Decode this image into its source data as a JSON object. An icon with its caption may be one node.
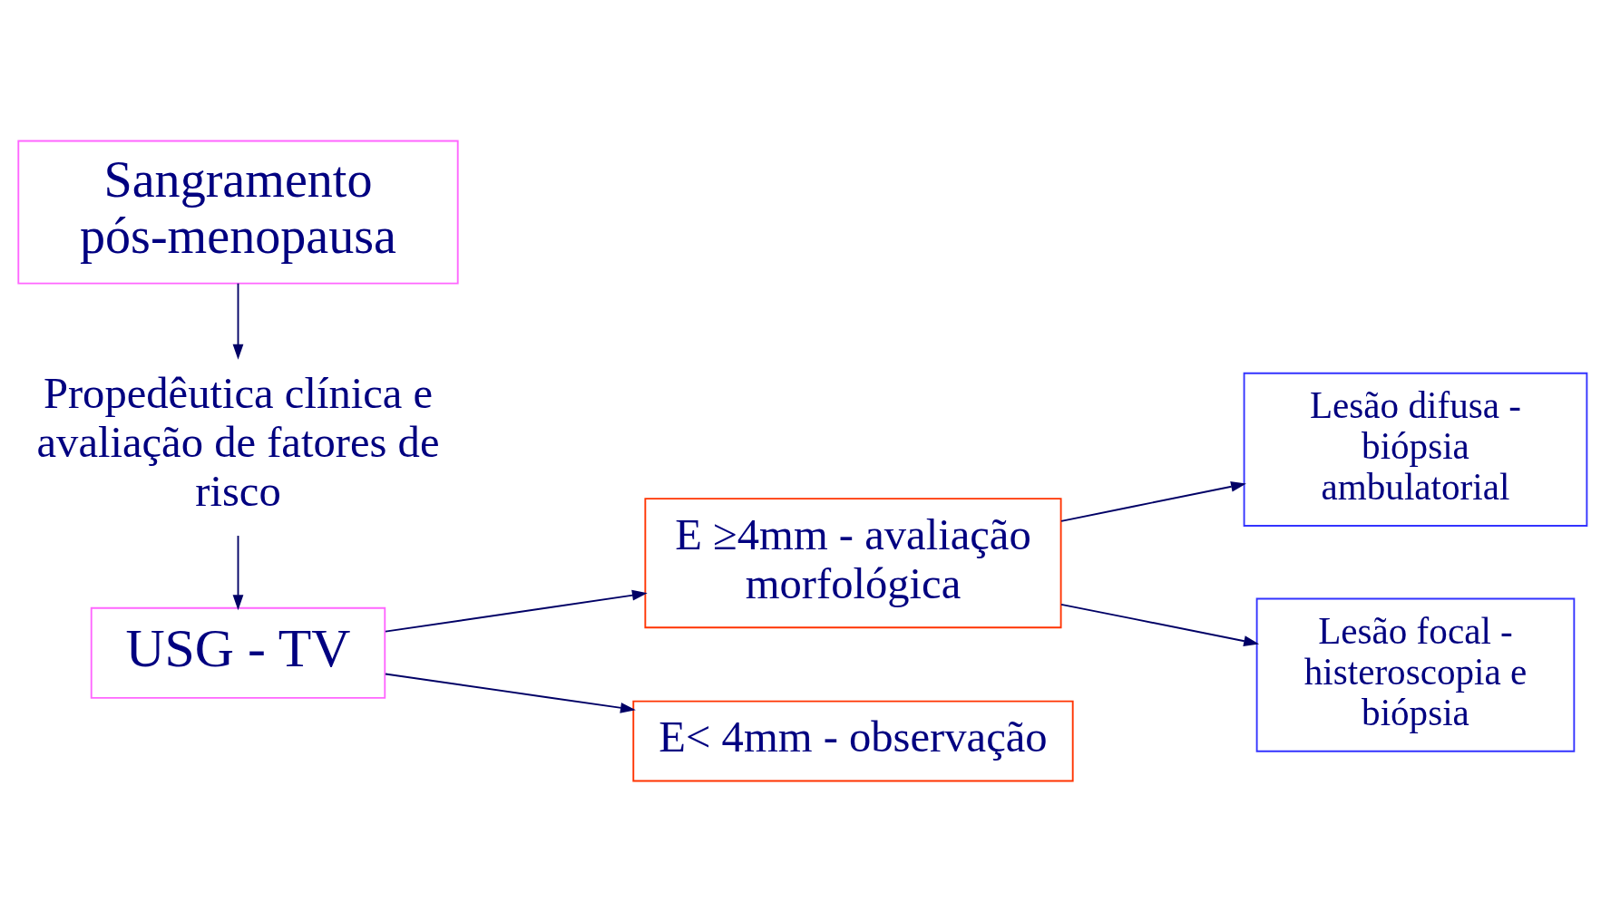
{
  "diagram": {
    "nodes": [
      {
        "text": [
          "Sangramento pós-menopausa"
        ]
      },
      {
        "text": [
          "Propedêutica clínica e avaliação de fatores de risco"
        ]
      },
      {
        "text": [
          "USG - TV"
        ]
      },
      {
        "text": [
          "E ≥4mm - avaliação morfológica"
        ]
      },
      {
        "text": [
          "E< 4mm - observação"
        ]
      },
      {
        "text": [
          "Lesão difusa - biópsia ambulatorial"
        ]
      },
      {
        "text": [
          "Lesão focal - histeroscopia e biópsia"
        ]
      }
    ],
    "edges": [
      {
        "from": 0,
        "to": 1,
        "arrow": "to"
      },
      {
        "from": 1,
        "to": 2,
        "arrow": "to"
      },
      {
        "from": 2,
        "to": 3,
        "arrow": "to"
      },
      {
        "from": 2,
        "to": 4,
        "arrow": "to"
      },
      {
        "from": 3,
        "to": 5,
        "arrow": "to"
      },
      {
        "from": 3,
        "to": 6,
        "arrow": "to"
      }
    ]
  }
}
